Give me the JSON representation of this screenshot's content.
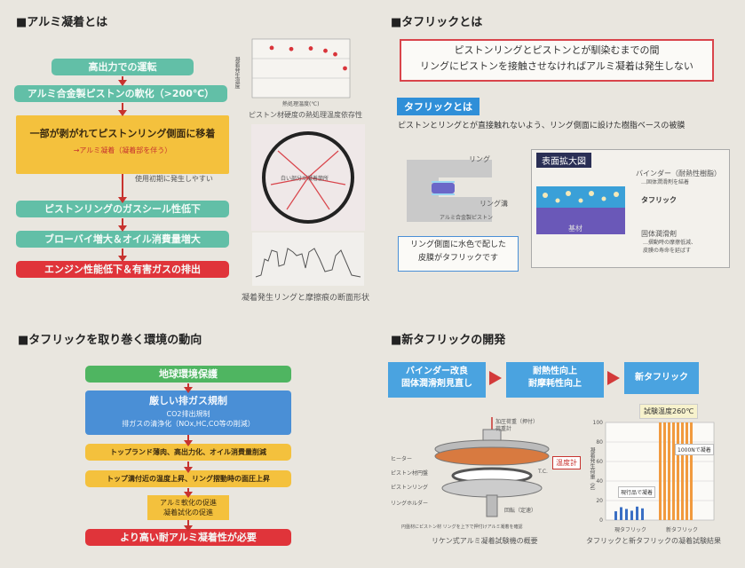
{
  "s1": {
    "title": "■アルミ凝着とは",
    "steps": [
      "高出力での運転",
      "アルミ合金製ピストンの軟化（>200℃）",
      "一部が剥がれてピストンリング側面に移着",
      "→アルミ凝着（凝着部を伴う）",
      "使用初期に発生しやすい",
      "ピストンリングのガスシール性低下",
      "ブローバイ増大＆オイル消費量増大",
      "エンジン性能低下＆有害ガスの排出"
    ],
    "graph_ylabel": "凝着発生温度",
    "graph_xlabel": "熱処理温度(℃)",
    "graph_caption": "ピストン材硬度の熱処理温度依存性",
    "ring_label": "白い部分が凝着箇所",
    "photo_caption": "凝着発生リングと摩擦痕の断面形状"
  },
  "s2": {
    "title": "■タフリックとは",
    "redbox": [
      "ピストンリングとピストンとが馴染むまでの間",
      "リングにピストンを接触させなければアルミ凝着は発生しない"
    ],
    "tag": "タフリックとは",
    "desc": "ピストンとリングとが直接触れないよう、リング側面に設けた樹脂ベースの被膜",
    "ring_label": "リング",
    "groove_label": "リング溝",
    "piston_label": "アルミ合金製ピストン",
    "zoom_title": "表面拡大図",
    "binder_label": "バインダー（耐熱性樹脂）",
    "binder_sub": "…固体潤滑剤を結着",
    "tough_label": "タフリック",
    "base_label": "基材",
    "lub_label": "固体潤滑剤",
    "lub_sub1": "…摺動時の摩擦低減、",
    "lub_sub2": "皮膜の寿命を延ばす",
    "bluebox": [
      "リング側面に水色で配した",
      "皮膜がタフリックです"
    ]
  },
  "s3": {
    "title": "■タフリックを取り巻く環境の動向",
    "steps": [
      "地球環境保護",
      "厳しい排ガス規制",
      "CO2排出規制",
      "排ガスの清浄化（NOx,HC,CO等の削減）",
      "トップランド薄肉、高出力化、オイル消費量削減",
      "トップ溝付近の温度上昇、リング摺動時の面圧上昇",
      "アルミ軟化の促進",
      "凝着試化の促進",
      "より高い耐アルミ凝着性が必要"
    ]
  },
  "s4": {
    "title": "■新タフリックの開発",
    "flow": [
      "バインダー改良",
      "固体潤滑剤見直し",
      "耐熱性向上",
      "耐摩耗性向上",
      "新タフリック"
    ],
    "test_temp": "試験温度260℃",
    "rig_labels": [
      "ヒーター",
      "ピストン材円盤",
      "ピストンリング",
      "リングホルダー",
      "加圧荷重（押付）",
      "荷重計",
      "回転（定速）",
      "温度計",
      "T.C."
    ],
    "rig_note": "円盤材にピストン材 リングを上下で押付けアルミ凝着を確認",
    "rig_caption": "リケン式アルミ凝着試験機の概要",
    "chart_ylabel": "凝着発生荷重（N）",
    "chart_cats": [
      "現タフリック",
      "新タフリック"
    ],
    "chart_legend1": "現行品で凝着",
    "chart_legend2": "1000Nで凝着",
    "chart_caption": "タフリックと新タフリックの凝着試験結果"
  },
  "chart_data": {
    "type": "bar",
    "categories": [
      "現タフリック",
      "新タフリック"
    ],
    "values": [
      15,
      100
    ],
    "ylim": [
      0,
      100
    ],
    "yticks": [
      0,
      20,
      40,
      60,
      80,
      100
    ],
    "ylabel": "凝着発生荷重（N）"
  },
  "graph_data": {
    "type": "scatter",
    "x": [
      20,
      40,
      60,
      75,
      85,
      95
    ],
    "y": [
      85,
      83,
      84,
      80,
      74,
      50
    ]
  },
  "colors": {
    "teal": "#62bfa7",
    "red": "#e0343a",
    "yellow": "#f4c13d",
    "green": "#4fb561",
    "blue": "#4a8fd6"
  }
}
